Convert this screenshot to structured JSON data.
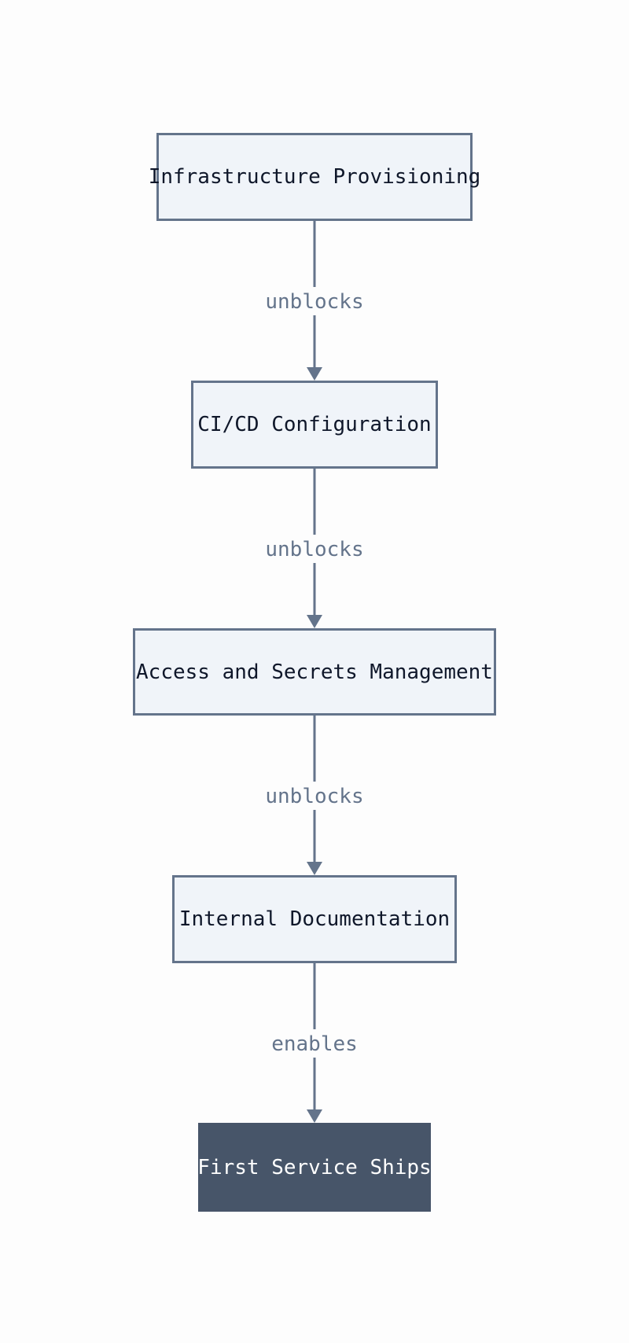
{
  "nodes": [
    {
      "id": "infra",
      "label": "Infrastructure Provisioning"
    },
    {
      "id": "cicd",
      "label": "CI/CD Configuration"
    },
    {
      "id": "access",
      "label": "Access and Secrets Management"
    },
    {
      "id": "docs",
      "label": "Internal Documentation"
    },
    {
      "id": "ship",
      "label": "First Service Ships"
    }
  ],
  "edges": [
    {
      "from": "infra",
      "to": "cicd",
      "label": "unblocks"
    },
    {
      "from": "cicd",
      "to": "access",
      "label": "unblocks"
    },
    {
      "from": "access",
      "to": "docs",
      "label": "unblocks"
    },
    {
      "from": "docs",
      "to": "ship",
      "label": "enables"
    }
  ],
  "colors": {
    "node_fill": "#f0f4f9",
    "node_border": "#64748b",
    "final_fill": "#475569",
    "edge": "#64748b",
    "label": "#64748b"
  }
}
